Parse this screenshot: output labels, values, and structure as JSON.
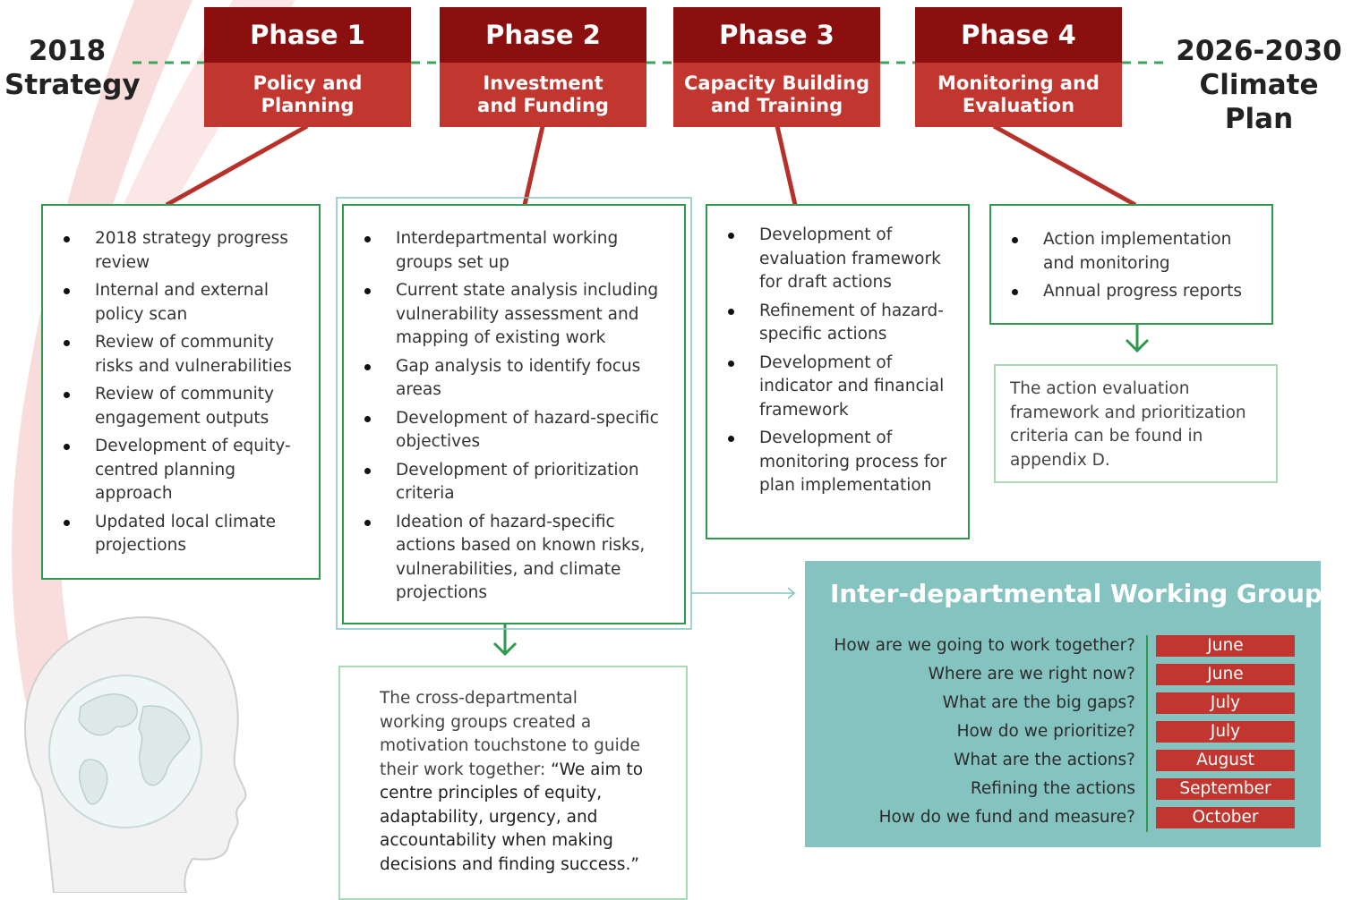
{
  "timeline": {
    "start_label": [
      "2018",
      "Strategy"
    ],
    "end_label": [
      "2026-2030",
      "Climate Plan"
    ]
  },
  "phases": [
    {
      "title": "Phase 1",
      "subtitle": [
        "Policy and",
        "Planning"
      ]
    },
    {
      "title": "Phase 2",
      "subtitle": [
        "Investment",
        "and Funding"
      ]
    },
    {
      "title": "Phase 3",
      "subtitle": [
        "Capacity Building",
        "and Training"
      ]
    },
    {
      "title": "Phase 4",
      "subtitle": [
        "Monitoring and",
        "Evaluation"
      ]
    }
  ],
  "phase_items": [
    [
      "2018 strategy progress review",
      "Internal and external policy scan",
      "Review of community risks and vulnerabilities",
      "Review of community engagement outputs",
      "Development of equity-centred planning approach",
      "Updated local climate projections"
    ],
    [
      "Interdepartmental working groups set up",
      "Current state analysis including vulnerability assessment and mapping of existing work",
      "Gap analysis to identify focus areas",
      "Development of hazard-specific objectives",
      "Development of prioritization criteria",
      "Ideation of hazard-specific actions based on known risks, vulnerabilities, and climate projections"
    ],
    [
      "Development of evaluation framework for draft actions",
      "Refinement of hazard-specific actions",
      "Development of indicator and financial framework",
      "Development of monitoring process for plan implementation"
    ],
    [
      "Action implementation and monitoring",
      "Annual progress reports"
    ]
  ],
  "notes": {
    "phase2": {
      "lead": "The cross-departmental working groups created a motivation touchstone to guide their work together: ",
      "quote": "“We aim to centre principles of equity, adaptability, urgency, and accountability when making decisions and finding success.”"
    },
    "phase4": "The action evaluation framework and prioritization criteria can be found in appendix D."
  },
  "working_groups": {
    "title": "Inter-departmental Working Groups",
    "rows": [
      {
        "question": "How are we going to work together?",
        "month": "June"
      },
      {
        "question": "Where are we right now?",
        "month": "June"
      },
      {
        "question": "What are the big gaps?",
        "month": "July"
      },
      {
        "question": "How do we prioritize?",
        "month": "July"
      },
      {
        "question": "What are the actions?",
        "month": "August"
      },
      {
        "question": "Refining the actions",
        "month": "September"
      },
      {
        "question": "How do we fund and measure?",
        "month": "October"
      }
    ]
  },
  "colors": {
    "phase_dark": "#8b0f0f",
    "phase_light": "#c1362e",
    "box_border": "#2f9a4d",
    "note_border": "#a9d9b6",
    "teal_panel": "#84c3bf",
    "month_fill": "#c1362e",
    "timeline_dash": "#3aa35c",
    "connector": "#b8302a"
  }
}
